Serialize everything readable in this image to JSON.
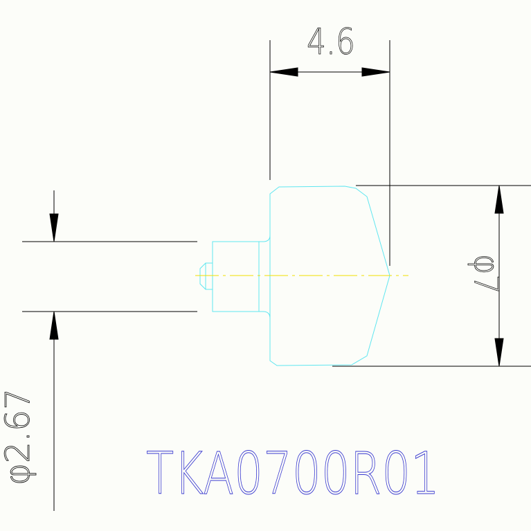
{
  "drawing": {
    "dimension_width": "4.6",
    "dimension_diameter_large": "φ7",
    "dimension_diameter_small": "φ2.67",
    "part_number": "TKA0700R01"
  },
  "colors": {
    "background": "#fcfdf9",
    "dimension_lines": "#000000",
    "part_outline": "#5fe6f0",
    "centerline": "#f0e000",
    "part_number_text": "#3a3ad0"
  }
}
